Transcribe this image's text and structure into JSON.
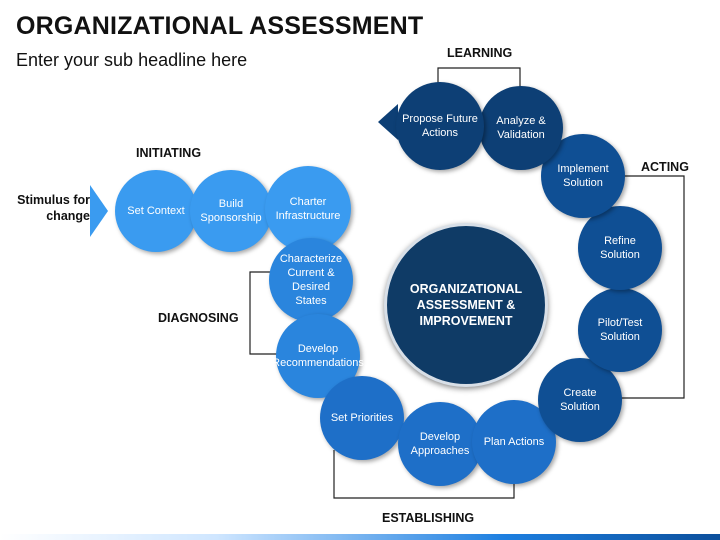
{
  "header": {
    "title": "ORGANIZATIONAL ASSESSMENT",
    "subtitle": "Enter your sub headline here"
  },
  "stimulus": "Stimulus for change",
  "center": "ORGANIZATIONAL ASSESSMENT & IMPROVEMENT",
  "stages": {
    "initiating": "INITIATING",
    "diagnosing": "DIAGNOSING",
    "establishing": "ESTABLISHING",
    "acting": "ACTING",
    "learning": "LEARNING"
  },
  "nodes": [
    {
      "id": "set-context",
      "label": "Set Context",
      "color": "#3a9bf0"
    },
    {
      "id": "build-sponsorship",
      "label": "Build Sponsorship",
      "color": "#3a9bf0"
    },
    {
      "id": "charter-infrastructure",
      "label": "Charter Infrastructure",
      "color": "#3a9bf0"
    },
    {
      "id": "characterize-current-desired",
      "label": "Characterize Current & Desired States",
      "color": "#2a85dd"
    },
    {
      "id": "develop-recommendations",
      "label": "Develop Recommendations",
      "color": "#2a85dd"
    },
    {
      "id": "set-priorities",
      "label": "Set Priorities",
      "color": "#1e6fc8"
    },
    {
      "id": "develop-approaches",
      "label": "Develop Approaches",
      "color": "#1e6fc8"
    },
    {
      "id": "plan-actions",
      "label": "Plan Actions",
      "color": "#1e6fc8"
    },
    {
      "id": "create-solution",
      "label": "Create Solution",
      "color": "#0f4f94"
    },
    {
      "id": "pilot-test-solution",
      "label": "Pilot/Test Solution",
      "color": "#0f4f94"
    },
    {
      "id": "refine-solution",
      "label": "Refine Solution",
      "color": "#0f4f94"
    },
    {
      "id": "implement-solution",
      "label": "Implement Solution",
      "color": "#0f4f94"
    },
    {
      "id": "analyze-validation",
      "label": "Analyze & Validation",
      "color": "#0d3f75"
    },
    {
      "id": "propose-future-actions",
      "label": "Propose Future Actions",
      "color": "#0d3f75"
    }
  ]
}
